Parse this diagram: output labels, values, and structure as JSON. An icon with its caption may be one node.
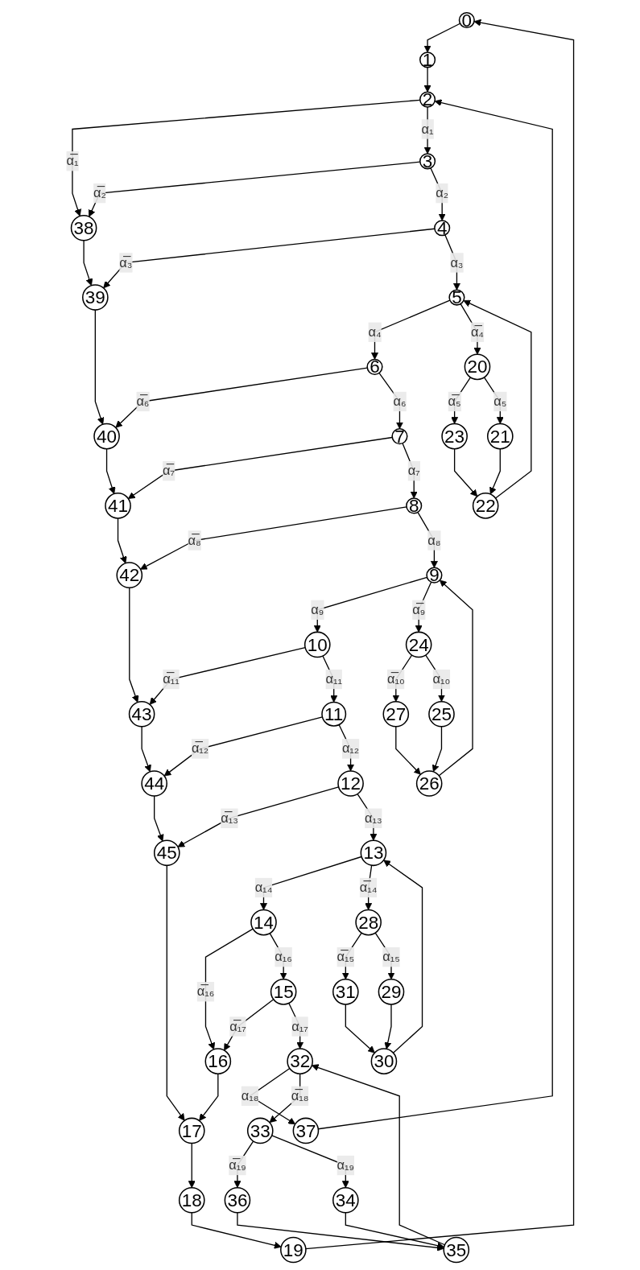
{
  "diagram": {
    "nodes": [
      {
        "text": [
          "0"
        ]
      },
      {
        "text": [
          "1"
        ]
      },
      {
        "text": [
          "2"
        ]
      },
      {
        "text": [
          "3"
        ]
      },
      {
        "text": [
          "4"
        ]
      },
      {
        "text": [
          "5"
        ]
      },
      {
        "text": [
          "6"
        ]
      },
      {
        "text": [
          "7"
        ]
      },
      {
        "text": [
          "8"
        ]
      },
      {
        "text": [
          "9"
        ]
      },
      {
        "text": [
          "10"
        ]
      },
      {
        "text": [
          "11"
        ]
      },
      {
        "text": [
          "12"
        ]
      },
      {
        "text": [
          "13"
        ]
      },
      {
        "text": [
          "14"
        ]
      },
      {
        "text": [
          "15"
        ]
      },
      {
        "text": [
          "16"
        ]
      },
      {
        "text": [
          "17"
        ]
      },
      {
        "text": [
          "18"
        ]
      },
      {
        "text": [
          "19"
        ]
      },
      {
        "text": [
          "20"
        ]
      },
      {
        "text": [
          "21"
        ]
      },
      {
        "text": [
          "22"
        ]
      },
      {
        "text": [
          "23"
        ]
      },
      {
        "text": [
          "24"
        ]
      },
      {
        "text": [
          "25"
        ]
      },
      {
        "text": [
          "26"
        ]
      },
      {
        "text": [
          "27"
        ]
      },
      {
        "text": [
          "28"
        ]
      },
      {
        "text": [
          "29"
        ]
      },
      {
        "text": [
          "30"
        ]
      },
      {
        "text": [
          "31"
        ]
      },
      {
        "text": [
          "32"
        ]
      },
      {
        "text": [
          "33"
        ]
      },
      {
        "text": [
          "34"
        ]
      },
      {
        "text": [
          "35"
        ]
      },
      {
        "text": [
          "36"
        ]
      },
      {
        "text": [
          "37"
        ]
      },
      {
        "text": [
          "38"
        ]
      },
      {
        "text": [
          "39"
        ]
      },
      {
        "text": [
          "40"
        ]
      },
      {
        "text": [
          "41"
        ]
      },
      {
        "text": [
          "42"
        ]
      },
      {
        "text": [
          "43"
        ]
      },
      {
        "text": [
          "44"
        ]
      },
      {
        "text": [
          "45"
        ]
      }
    ],
    "edges": [
      {
        "from": 0,
        "to": 1,
        "arrow": "to"
      },
      {
        "from": 1,
        "to": 2,
        "arrow": "to"
      },
      {
        "from": 19,
        "to": 0,
        "arrow": "to"
      },
      {
        "from": 18,
        "to": 19,
        "arrow": "to"
      },
      {
        "from": 17,
        "to": 18,
        "arrow": "to"
      },
      {
        "from": 2,
        "to": 38,
        "arrow": "to",
        "label": "α̅₁"
      },
      {
        "from": 2,
        "to": 3,
        "arrow": "to",
        "label": "α₁"
      },
      {
        "from": 3,
        "to": 38,
        "arrow": "to",
        "label": "α̅₂"
      },
      {
        "from": 3,
        "to": 4,
        "arrow": "to",
        "label": "α₂"
      },
      {
        "from": 4,
        "to": 39,
        "arrow": "to",
        "label": "α̅₃"
      },
      {
        "from": 4,
        "to": 5,
        "arrow": "to",
        "label": "α₃"
      },
      {
        "from": 38,
        "to": 39,
        "arrow": "to"
      },
      {
        "from": 39,
        "to": 40,
        "arrow": "to"
      },
      {
        "from": 5,
        "to": 6,
        "arrow": "to",
        "label": "α₄"
      },
      {
        "from": 5,
        "to": 20,
        "arrow": "to",
        "label": "α̅₄"
      },
      {
        "from": 20,
        "to": 23,
        "arrow": "to",
        "label": "α̅₅"
      },
      {
        "from": 20,
        "to": 21,
        "arrow": "to",
        "label": "α₅"
      },
      {
        "from": 23,
        "to": 22,
        "arrow": "to"
      },
      {
        "from": 21,
        "to": 22,
        "arrow": "to"
      },
      {
        "from": 22,
        "to": 5,
        "arrow": "to"
      },
      {
        "from": 6,
        "to": 40,
        "arrow": "to",
        "label": "α̅₆"
      },
      {
        "from": 6,
        "to": 7,
        "arrow": "to",
        "label": "α₆"
      },
      {
        "from": 40,
        "to": 41,
        "arrow": "to"
      },
      {
        "from": 7,
        "to": 41,
        "arrow": "to",
        "label": "α̅₇"
      },
      {
        "from": 7,
        "to": 8,
        "arrow": "to",
        "label": "α₇"
      },
      {
        "from": 41,
        "to": 42,
        "arrow": "to"
      },
      {
        "from": 8,
        "to": 42,
        "arrow": "to",
        "label": "α̅₈"
      },
      {
        "from": 8,
        "to": 9,
        "arrow": "to",
        "label": "α₈"
      },
      {
        "from": 42,
        "to": 43,
        "arrow": "to"
      },
      {
        "from": 9,
        "to": 10,
        "arrow": "to",
        "label": "α₉"
      },
      {
        "from": 9,
        "to": 24,
        "arrow": "to",
        "label": "α̅₉"
      },
      {
        "from": 24,
        "to": 27,
        "arrow": "to",
        "label": "α̅₁₀"
      },
      {
        "from": 24,
        "to": 25,
        "arrow": "to",
        "label": "α₁₀"
      },
      {
        "from": 27,
        "to": 26,
        "arrow": "to"
      },
      {
        "from": 25,
        "to": 26,
        "arrow": "to"
      },
      {
        "from": 26,
        "to": 9,
        "arrow": "to"
      },
      {
        "from": 10,
        "to": 43,
        "arrow": "to",
        "label": "α̅₁₁"
      },
      {
        "from": 10,
        "to": 11,
        "arrow": "to",
        "label": "α₁₁"
      },
      {
        "from": 43,
        "to": 44,
        "arrow": "to"
      },
      {
        "from": 11,
        "to": 44,
        "arrow": "to",
        "label": "α̅₁₂"
      },
      {
        "from": 11,
        "to": 12,
        "arrow": "to",
        "label": "α₁₂"
      },
      {
        "from": 44,
        "to": 45,
        "arrow": "to"
      },
      {
        "from": 12,
        "to": 45,
        "arrow": "to",
        "label": "α̅₁₃"
      },
      {
        "from": 12,
        "to": 13,
        "arrow": "to",
        "label": "α₁₃"
      },
      {
        "from": 45,
        "to": 17,
        "arrow": "to"
      },
      {
        "from": 13,
        "to": 14,
        "arrow": "to",
        "label": "α₁₄"
      },
      {
        "from": 13,
        "to": 28,
        "arrow": "to",
        "label": "α̅₁₄"
      },
      {
        "from": 28,
        "to": 31,
        "arrow": "to",
        "label": "α̅₁₅"
      },
      {
        "from": 28,
        "to": 29,
        "arrow": "to",
        "label": "α₁₅"
      },
      {
        "from": 31,
        "to": 30,
        "arrow": "to"
      },
      {
        "from": 29,
        "to": 30,
        "arrow": "to"
      },
      {
        "from": 30,
        "to": 13,
        "arrow": "to"
      },
      {
        "from": 14,
        "to": 16,
        "arrow": "to",
        "label": "α̅₁₆"
      },
      {
        "from": 14,
        "to": 15,
        "arrow": "to",
        "label": "α₁₆"
      },
      {
        "from": 15,
        "to": 16,
        "arrow": "to",
        "label": "α̅₁₇"
      },
      {
        "from": 15,
        "to": 32,
        "arrow": "to",
        "label": "α₁₇"
      },
      {
        "from": 16,
        "to": 17,
        "arrow": "to"
      },
      {
        "from": 32,
        "to": 37,
        "arrow": "to",
        "label": "α₁₈"
      },
      {
        "from": 32,
        "to": 33,
        "arrow": "to",
        "label": "α̅₁₈"
      },
      {
        "from": 33,
        "to": 36,
        "arrow": "to",
        "label": "α̅₁₉"
      },
      {
        "from": 33,
        "to": 34,
        "arrow": "to",
        "label": "α₁₉"
      },
      {
        "from": 36,
        "to": 35,
        "arrow": "to"
      },
      {
        "from": 34,
        "to": 35,
        "arrow": "to"
      },
      {
        "from": 35,
        "to": 32,
        "arrow": "to"
      },
      {
        "from": 37,
        "to": 2,
        "arrow": "to"
      }
    ]
  }
}
